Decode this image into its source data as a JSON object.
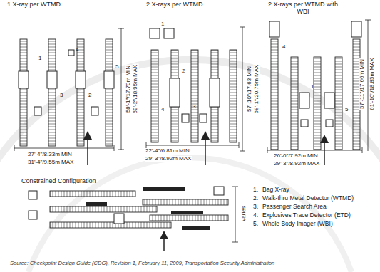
{
  "diagram": {
    "caption": "Source: Checkpoint Design Guide (CDG), Revision 1, February 11, 2009, Transportation Security Administration",
    "labels": [
      "1 X-ray per WTMD",
      "2 X-rays per WTMD",
      "2 X-rays per WTMD with WBI",
      "58'-1\"/17.70m MIN",
      "62'-2\"/18.95m MAX",
      "27'-4\"/8.33m MIN",
      "31'-4\"/9.55m MAX",
      "57'-10\"/17.63 MIN",
      "68'-1\"/20.75m MAX",
      "22'-4\"/6.81m MIN",
      "29'-3\"/8.92m MAX",
      "57'-11\"/17.66m MIN",
      "61'-10\"/18.85m MAX",
      "26'-0\"/7.92m MIN",
      "29'-3\"/8.92m MAX",
      "Constrained Configuration",
      "varies",
      "1.",
      "Bag X-ray",
      "2.",
      "Walk-thru Metal Detector (WTMD)",
      "3.",
      "Passenger Search Area",
      "4.",
      "Explosives Trace Detector (ETD)",
      "5.",
      "Whole Body Imager (WBI)",
      "4",
      "1",
      "2",
      "3",
      "5",
      "1",
      "2",
      "3",
      "4",
      "4",
      "1",
      "5"
    ]
  }
}
